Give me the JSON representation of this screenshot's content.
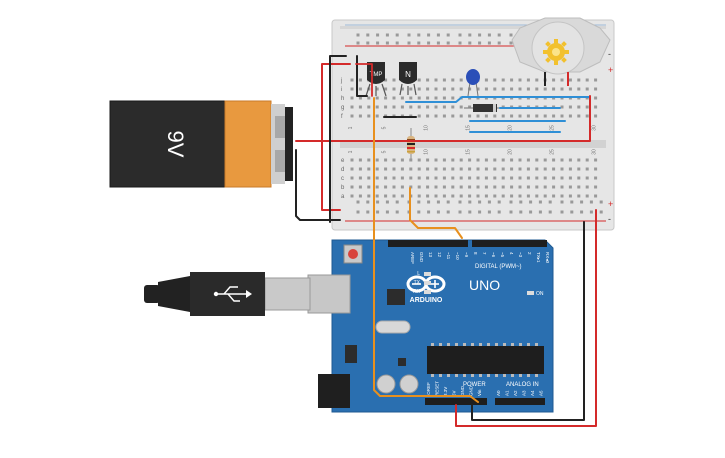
{
  "battery": {
    "label": "9V"
  },
  "breadboard": {
    "row_letters_top": [
      "j",
      "i",
      "h",
      "g",
      "f"
    ],
    "row_letters_bottom": [
      "e",
      "d",
      "c",
      "b",
      "a"
    ],
    "column_numbers": [
      "1",
      "5",
      "10",
      "15",
      "20",
      "25",
      "30"
    ],
    "rail_plus": "+",
    "rail_minus": "-"
  },
  "components": {
    "tmp_sensor": "TMP",
    "transistor": "N"
  },
  "arduino": {
    "logo_text": "ARDUINO",
    "model": "UNO",
    "on_label": "ON",
    "digital_header": "DIGITAL (PWM~)",
    "digital_pins": [
      "AREF",
      "GND",
      "13",
      "12",
      "~11",
      "~10",
      "~9",
      "8",
      "7",
      "~6",
      "~5",
      "4",
      "~3",
      "2",
      "TX▸1",
      "RX◂0"
    ],
    "led_labels": [
      "L",
      "TX",
      "RX"
    ],
    "power_header": "POWER",
    "power_pins": [
      "IOREF",
      "RESET",
      "3.3V",
      "5V",
      "GND",
      "GND",
      "Vin"
    ],
    "analog_header": "ANALOG IN",
    "analog_pins": [
      "A0",
      "A1",
      "A2",
      "A3",
      "A4",
      "A5"
    ]
  },
  "colors": {
    "wire_red": "#d42a2a",
    "wire_black": "#222222",
    "wire_orange": "#e8901e",
    "wire_blue": "#2f8fd6",
    "board_blue": "#2a6fb0",
    "breadboard": "#e4e4e4",
    "battery_body": "#2a2a2a",
    "battery_label": "#e99a42"
  }
}
